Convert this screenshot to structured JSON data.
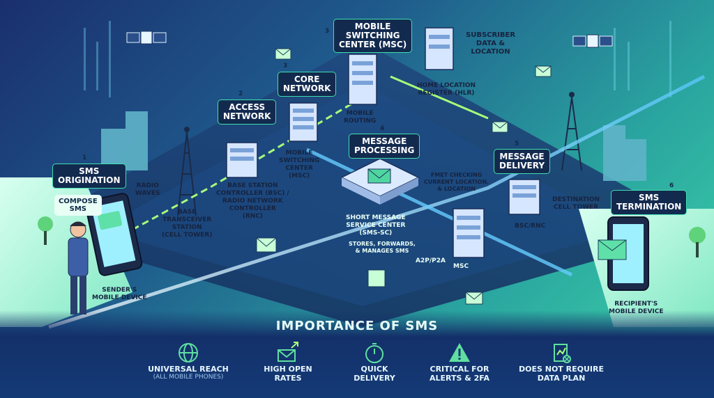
{
  "steps": {
    "s1_num": "1",
    "s1": "SMS\nORIGINATION",
    "s2_num": "2",
    "s2": "ACCESS\nNETWORK",
    "s3a_num": "3",
    "s3a": "CORE\nNETWORK",
    "s3b_num": "3",
    "s3b": "MOBILE\nSWITCHING\nCENTER (MSC)",
    "s4_num": "4",
    "s4": "MESSAGE\nPROCESSING",
    "s5_num": "5",
    "s5": "MESSAGE\nDELIVERY",
    "s6_num": "6",
    "s6": "SMS\nTERMINATION"
  },
  "labels": {
    "compose_sms": "COMPOSE\nSMS",
    "radio_waves": "RADIO\nWAVES",
    "bts": "BASE\nTRANSCEIVER\nSTATION\n(CELL TOWER)",
    "bsc_rnc": "BASE STATION\nCONTROLLER (BSC) /\nRADIO NETWORK\nCONTROLLER\n(RNC)",
    "msc_mid": "MOBILE\nSWITCHING\nCENTER\n(MSC)",
    "mobile_routing": "MOBILE\nROUTING",
    "subscriber": "SUBSCRIBER\nDATA &\nLOCATION",
    "hlr": "HOME LOCATION\nREGISTER (HLR)",
    "checking": "FMET CHECKING\nCURRENT LOCATION,\n& LOCATION",
    "smsc": "SHORT MESSAGE\nSERVICE CENTER\n(SMS-SC)",
    "smsc_desc": "STORES, FORWARDS,\n& MANAGES SMS",
    "a2p": "A2P/P2A",
    "msc_low": "MSC",
    "bsc_rnc_right": "BSC/RNC",
    "dest_tower": "DESTINATION\nCELL TOWER",
    "sender": "SENDER'S\nMOBILE DEVICE",
    "recipient": "RECIPIENT'S\nMOBILE DEVICE"
  },
  "importance": {
    "title": "IMPORTANCE OF SMS",
    "items": [
      {
        "title": "UNIVERSAL REACH",
        "sub": "(ALL MOBILE PHONES)"
      },
      {
        "title": "HIGH OPEN\nRATES",
        "sub": ""
      },
      {
        "title": "QUICK\nDELIVERY",
        "sub": ""
      },
      {
        "title": "CRITICAL FOR\nALERTS & 2FA",
        "sub": ""
      },
      {
        "title": "DOES NOT REQUIRE\nDATA PLAN",
        "sub": ""
      }
    ]
  },
  "colors": {
    "tag_bg": "#132a4f",
    "accent": "#3fe0b0",
    "beam": "#7fd8ff",
    "ground": "#1b3f76"
  }
}
